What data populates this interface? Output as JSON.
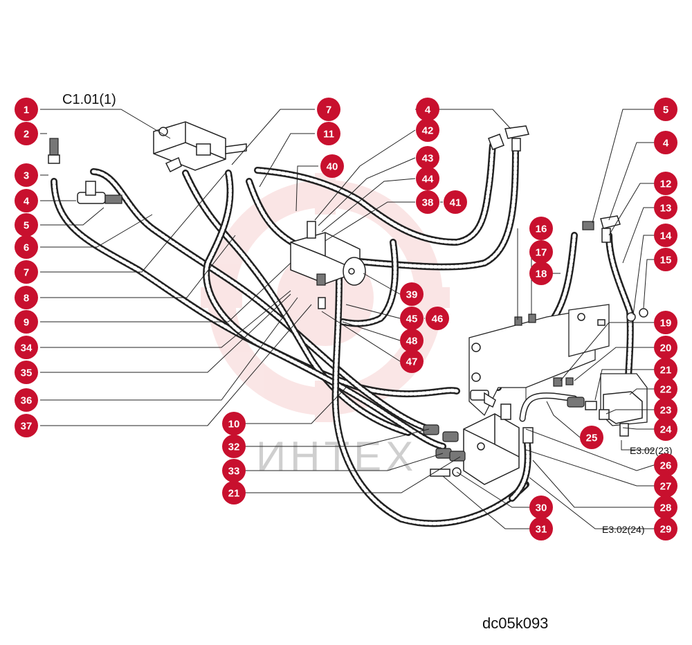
{
  "colors": {
    "callout": "#c8102e",
    "watermark_logo": "#f2b7b7",
    "watermark_text": "#cfcfcf"
  },
  "references": {
    "c101": "C1.01(1)",
    "e302_23": "E3.02(23)",
    "e302_24": "E3.02(24)"
  },
  "watermark": "ИНТЕХ",
  "drawing_code": "dc05k093",
  "callouts": [
    "1",
    "2",
    "3",
    "4",
    "5",
    "6",
    "7",
    "8",
    "9",
    "34",
    "35",
    "36",
    "37",
    "7",
    "11",
    "40",
    "42",
    "43",
    "44",
    "38",
    "41",
    "4",
    "10",
    "32",
    "33",
    "21",
    "16",
    "17",
    "18",
    "39",
    "45",
    "46",
    "48",
    "47",
    "5",
    "4",
    "12",
    "13",
    "14",
    "15",
    "19",
    "20",
    "21",
    "22",
    "23",
    "24",
    "25",
    "26",
    "27",
    "28",
    "29",
    "30",
    "31"
  ]
}
